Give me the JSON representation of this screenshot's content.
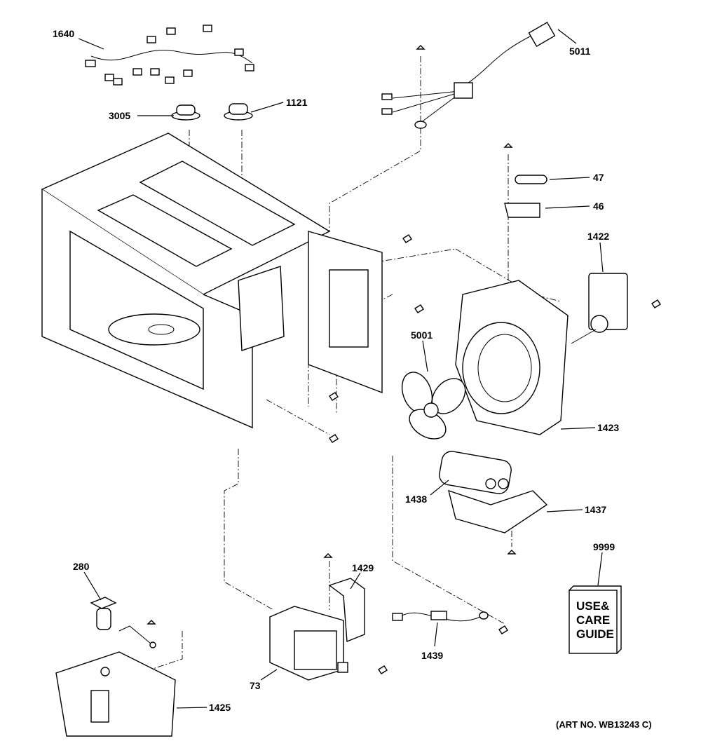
{
  "diagram": {
    "parts": [
      {
        "id": "1640",
        "label": "1640"
      },
      {
        "id": "3005",
        "label": "3005"
      },
      {
        "id": "1121",
        "label": "1121"
      },
      {
        "id": "5011",
        "label": "5011"
      },
      {
        "id": "47",
        "label": "47"
      },
      {
        "id": "46",
        "label": "46"
      },
      {
        "id": "1422",
        "label": "1422"
      },
      {
        "id": "5001",
        "label": "5001"
      },
      {
        "id": "1423",
        "label": "1423"
      },
      {
        "id": "1438",
        "label": "1438"
      },
      {
        "id": "1437",
        "label": "1437"
      },
      {
        "id": "9999",
        "label": "9999"
      },
      {
        "id": "280",
        "label": "280"
      },
      {
        "id": "1429",
        "label": "1429"
      },
      {
        "id": "1439",
        "label": "1439"
      },
      {
        "id": "73",
        "label": "73"
      },
      {
        "id": "1425",
        "label": "1425"
      }
    ],
    "guide_book": {
      "line1": "USE&",
      "line2": "CARE",
      "line3": "GUIDE"
    },
    "art_number": "(ART NO. WB13243 C)"
  }
}
